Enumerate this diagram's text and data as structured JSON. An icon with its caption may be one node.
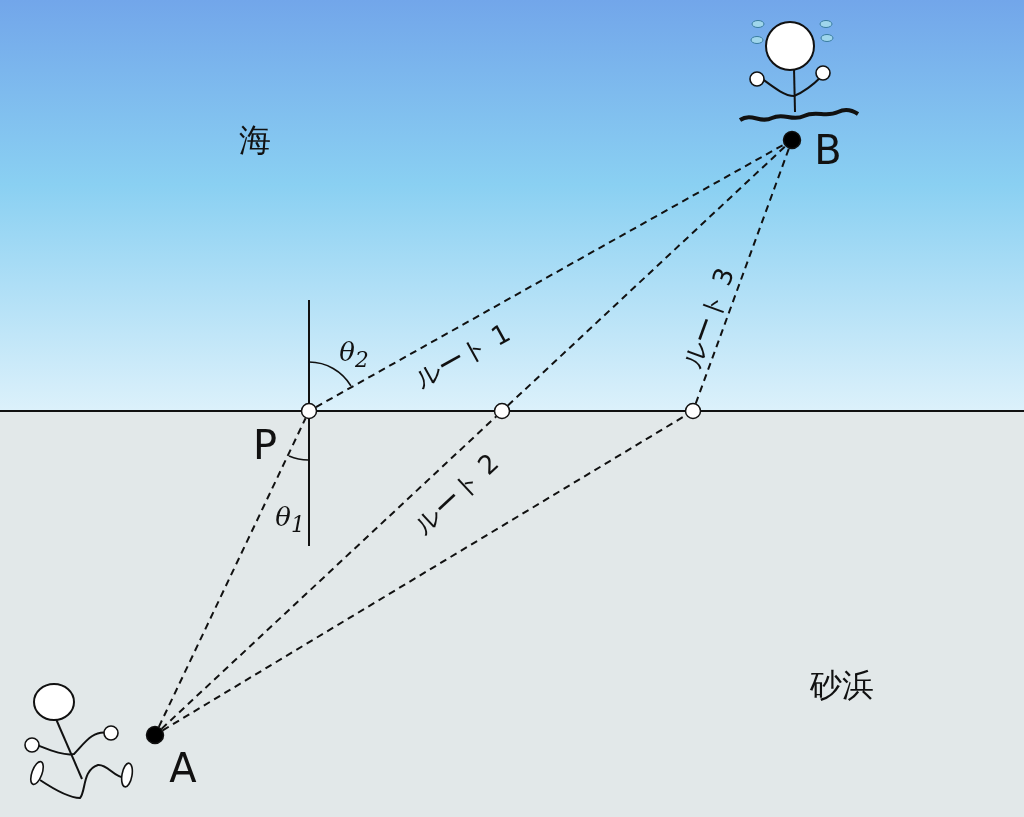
{
  "diagram": {
    "nodes": [
      {
        "text": [],
        "shape": "circle",
        "beside": [
          "A"
        ]
      },
      {
        "text": [],
        "shape": "circle",
        "beside": [
          "B"
        ]
      },
      {
        "text": [],
        "shape": "circle",
        "beside": [
          "P"
        ]
      },
      {
        "text": [],
        "shape": "circle"
      },
      {
        "text": [],
        "shape": "circle"
      }
    ],
    "edges": [
      {
        "from": 0,
        "to": 2,
        "arrow": "none",
        "style": "dashed"
      },
      {
        "from": 2,
        "to": 1,
        "arrow": "none",
        "style": "dashed",
        "label": "ルート 1"
      },
      {
        "from": 0,
        "to": 3,
        "arrow": "none",
        "style": "dashed",
        "label": "ルート 2"
      },
      {
        "from": 3,
        "to": 1,
        "arrow": "none",
        "style": "dashed"
      },
      {
        "from": 0,
        "to": 4,
        "arrow": "none",
        "style": "dashed"
      },
      {
        "from": 4,
        "to": 1,
        "arrow": "none",
        "style": "dashed",
        "label": "ルート 3"
      }
    ],
    "labels": [
      "海",
      "θ$_{2}$",
      "θ$_{1}$",
      "砂浜"
    ]
  }
}
